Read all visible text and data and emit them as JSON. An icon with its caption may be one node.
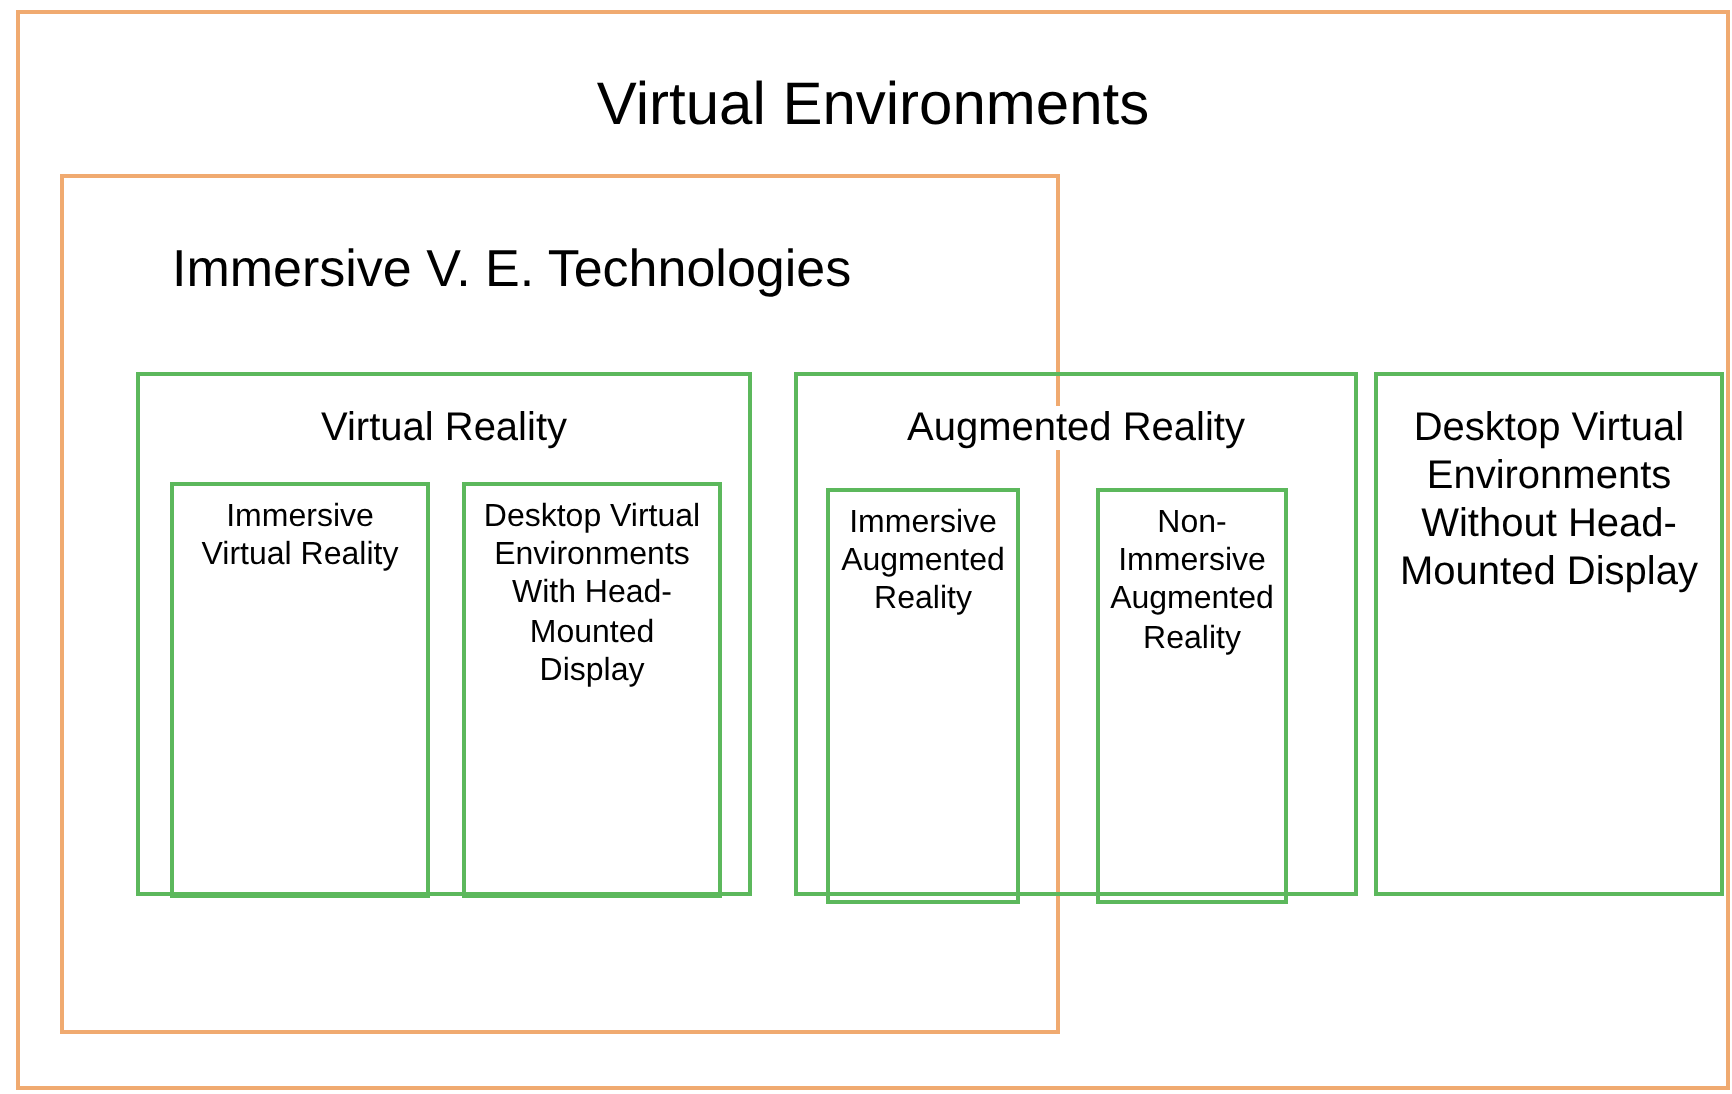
{
  "diagram": {
    "nodes": [
      {
        "text": [
          "Virtual Environments"
        ]
      },
      {
        "text": [
          "Immersive V. E. Technologies"
        ],
        "in": 0
      },
      {
        "text": [
          "Virtual Reality"
        ],
        "in": 1
      },
      {
        "text": [
          "Immersive Virtual Reality"
        ],
        "in": 2
      },
      {
        "text": [
          "Desktop Virtual Environments With Head-Mounted Display"
        ],
        "in": 2
      },
      {
        "text": [
          "Augmented Reality"
        ],
        "in": 0
      },
      {
        "text": [
          "Immersive Augmented Reality"
        ]
      },
      {
        "text": [
          "Non-Immersive Augmented Reality"
        ],
        "in": 5
      },
      {
        "text": [
          "Desktop Virtual Environments Without Head-Mounted Display"
        ],
        "in": 0
      }
    ]
  }
}
